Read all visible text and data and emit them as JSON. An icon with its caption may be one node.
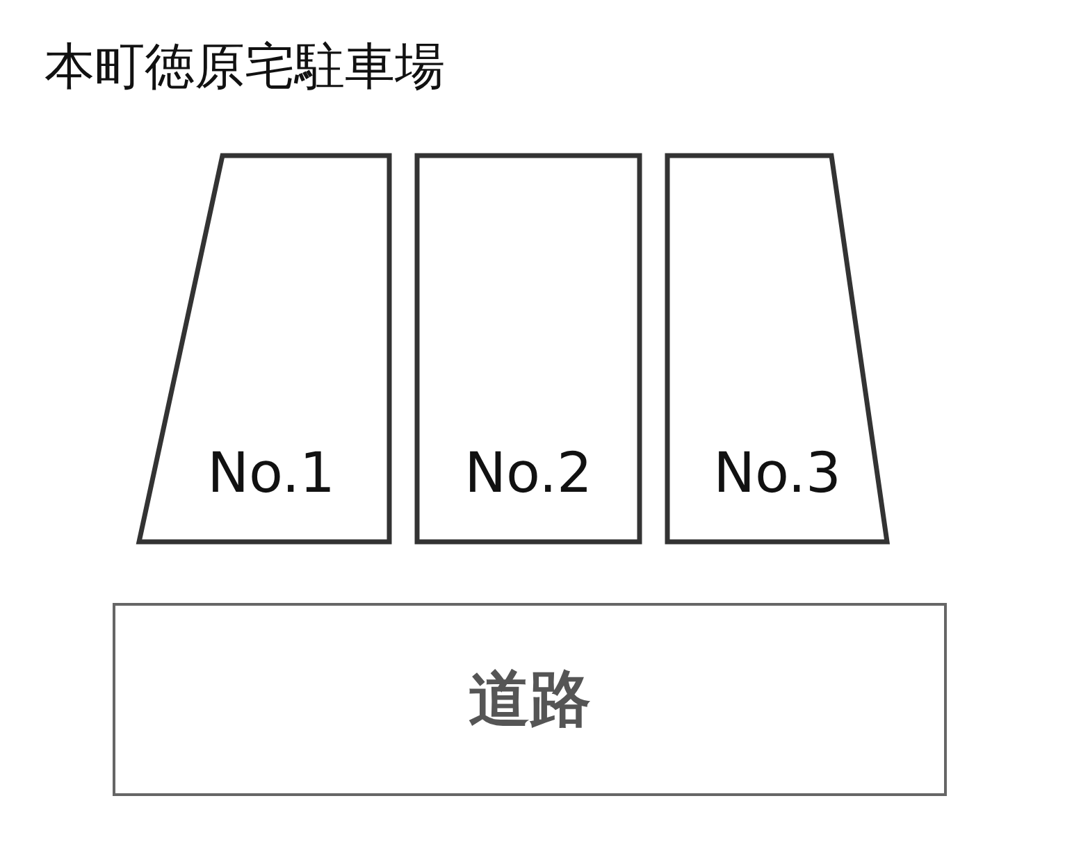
{
  "diagram": {
    "title": "本町徳原宅駐車場",
    "nodes": [
      {
        "text": [
          "No.1"
        ]
      },
      {
        "text": [
          "No.2"
        ]
      },
      {
        "text": [
          "No.3"
        ]
      },
      {
        "text": [
          "道路"
        ]
      }
    ]
  }
}
